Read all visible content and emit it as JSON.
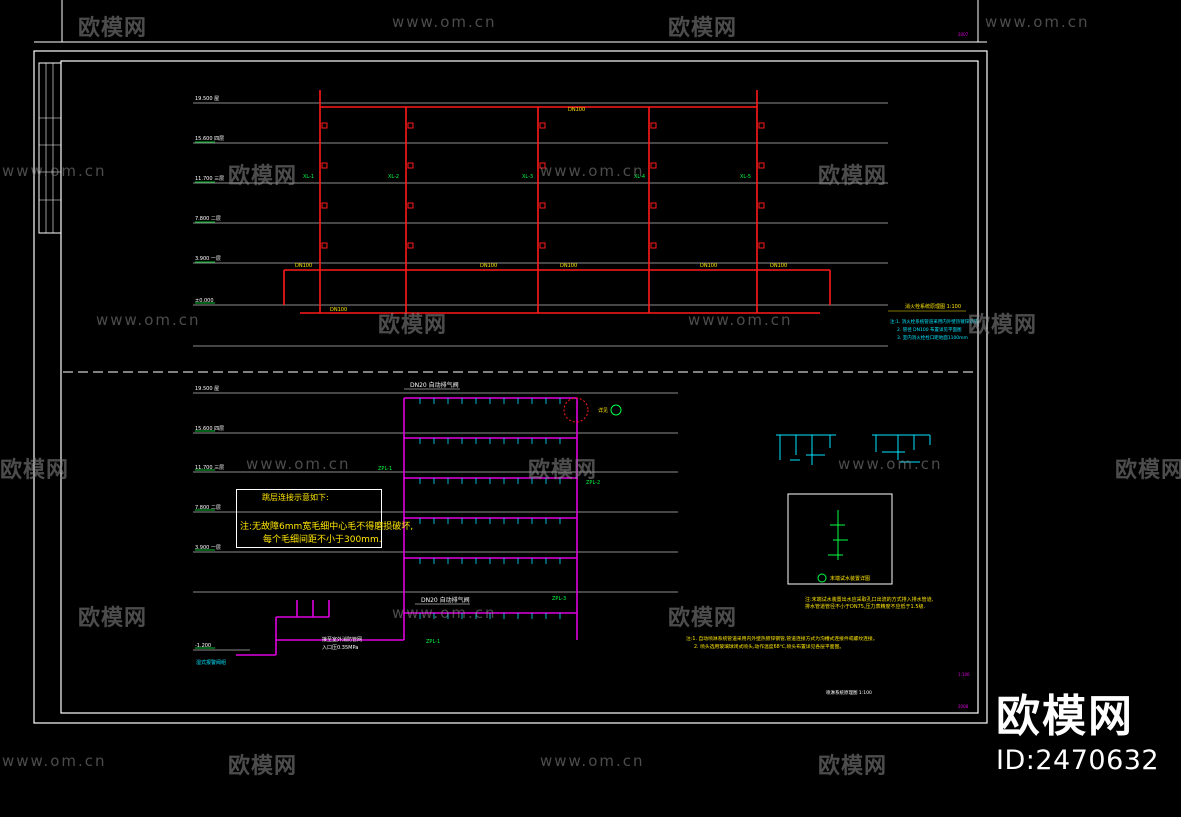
{
  "watermarks": {
    "logo_text": "欧模网",
    "url_text": "www.om.cn"
  },
  "brand": {
    "name": "欧模网",
    "id": "ID:2470632"
  },
  "drawing": {
    "upper_title": "消火栓系统原理图 1:100",
    "pipe_label_dn20_top": "DN20 自动排气阀",
    "pipe_label_dn20_bottom": "DN20 自动排气阀",
    "note_box_title": "跳层连接示意如下:",
    "note_box_line1": "注:无故障6mm宽毛细中心毛不得磨损破坏,",
    "note_box_line2": "每个毛细间距不小于300mm.",
    "detail_title": "末端试水装置详图",
    "scale_label": "1:100",
    "colors": {
      "background": "#000000",
      "frame": "#ffffff",
      "fire_pipe": "#ff1a1a",
      "sprinkler_pipe": "#e000e0",
      "annotation": "#00ff40",
      "text_cyan": "#00e5ff",
      "text_yellow": "#ffe600"
    }
  }
}
